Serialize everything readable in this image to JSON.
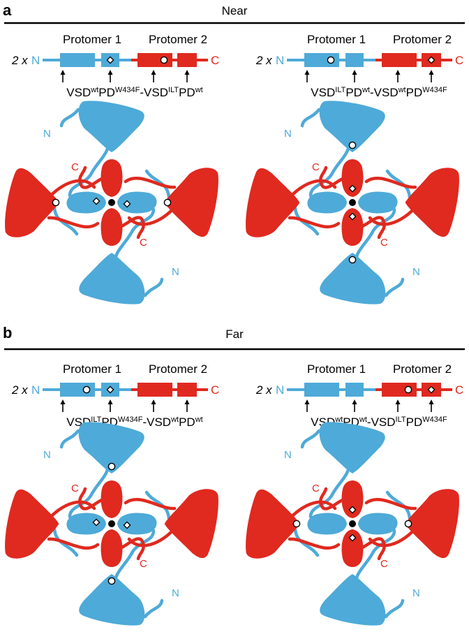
{
  "colors": {
    "blue": "#4eaad8",
    "red": "#e0291f",
    "black": "#000000",
    "white": "#ffffff"
  },
  "markers": {
    "circle": "open circle",
    "diamond": "open diamond",
    "center": "filled black circle"
  },
  "panels": [
    {
      "letter": "a",
      "title": "Near",
      "constructs": [
        {
          "multiplier": "2 x",
          "n_label": "N",
          "c_label": "C",
          "protomer1": "Protomer 1",
          "protomer2": "Protomer 2",
          "label": {
            "a": "VSD",
            "a_sup": "wt",
            "b": "PD",
            "b_sup": "W434F",
            "sep": "-",
            "c": "VSD",
            "c_sup": "ILT",
            "d": "PD",
            "d_sup": "wt"
          },
          "markers": [
            "none",
            "diamond",
            "circle",
            "none"
          ],
          "tetramer": {
            "vsd_blue": "none",
            "vsd_red": "circle",
            "pd_blue": "diamond",
            "pd_red": "none"
          }
        },
        {
          "multiplier": "2 x",
          "n_label": "N",
          "c_label": "C",
          "protomer1": "Protomer 1",
          "protomer2": "Protomer 2",
          "label": {
            "a": "VSD",
            "a_sup": "ILT",
            "b": "PD",
            "b_sup": "wt",
            "sep": "-",
            "c": "VSD",
            "c_sup": "wt",
            "d": "PD",
            "d_sup": "W434F"
          },
          "markers": [
            "circle",
            "none",
            "none",
            "diamond"
          ],
          "tetramer": {
            "vsd_blue": "circle",
            "vsd_red": "none",
            "pd_blue": "none",
            "pd_red": "diamond"
          }
        }
      ]
    },
    {
      "letter": "b",
      "title": "Far",
      "constructs": [
        {
          "multiplier": "2 x",
          "n_label": "N",
          "c_label": "C",
          "protomer1": "Protomer 1",
          "protomer2": "Protomer 2",
          "label": {
            "a": "VSD",
            "a_sup": "ILT",
            "b": "PD",
            "b_sup": "W434F",
            "sep": "-",
            "c": "VSD",
            "c_sup": "wt",
            "d": "PD",
            "d_sup": "wt"
          },
          "markers": [
            "circle",
            "diamond",
            "none",
            "none"
          ],
          "tetramer": {
            "vsd_blue": "circle",
            "vsd_red": "none",
            "pd_blue": "diamond",
            "pd_red": "none"
          }
        },
        {
          "multiplier": "2 x",
          "n_label": "N",
          "c_label": "C",
          "protomer1": "Protomer 1",
          "protomer2": "Protomer 2",
          "label": {
            "a": "VSD",
            "a_sup": "wt",
            "b": "PD",
            "b_sup": "wt",
            "sep": "-",
            "c": "VSD",
            "c_sup": "ILT",
            "d": "PD",
            "d_sup": "W434F"
          },
          "markers": [
            "none",
            "none",
            "circle",
            "diamond"
          ],
          "tetramer": {
            "vsd_blue": "none",
            "vsd_red": "circle",
            "pd_blue": "none",
            "pd_red": "diamond"
          }
        }
      ]
    }
  ]
}
